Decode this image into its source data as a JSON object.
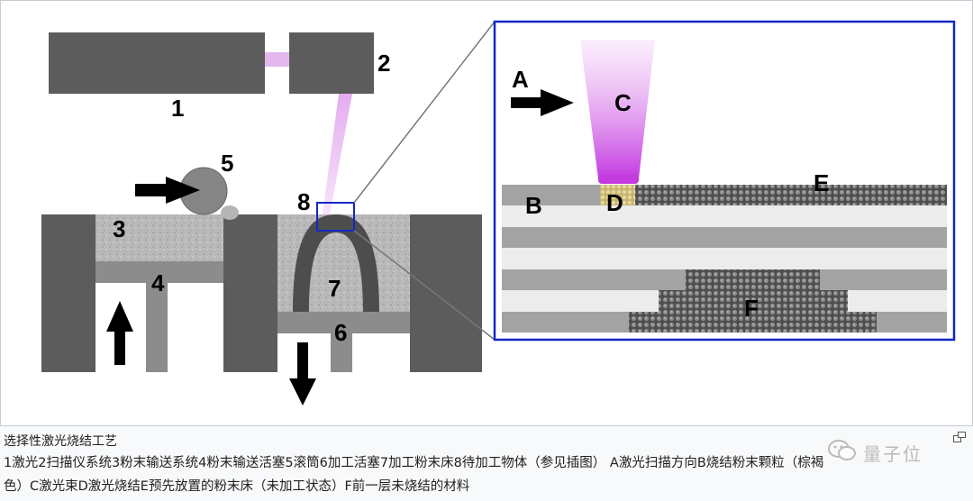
{
  "diagram": {
    "labels": {
      "n1": "1",
      "n2": "2",
      "n3": "3",
      "n4": "4",
      "n5": "5",
      "n6": "6",
      "n7": "7",
      "n8": "8",
      "A": "A",
      "B": "B",
      "C": "C",
      "D": "D",
      "E": "E",
      "F": "F"
    },
    "colors": {
      "wall": "#5c5c5c",
      "piston": "#8c8c8c",
      "powder": "#b9b9b9",
      "laser": "#d05ae6",
      "zoom_frame": "#1428c4",
      "sintered": "#d8c88a"
    }
  },
  "caption": {
    "title": "选择性激光烧结工艺",
    "line1": "1激光2扫描仪系统3粉末输送系统4粉末输送活塞5滚筒6加工活塞7加工粉末床8待加工物体（参见插图） A激光扫描方向B烧结粉末颗粒（棕褐",
    "line2": "色）C激光束D激光烧结E预先放置的粉末床（未加工状态）F前一层未烧结的材料"
  },
  "watermark": {
    "text": "量子位",
    "icon": "wechat-icon"
  }
}
